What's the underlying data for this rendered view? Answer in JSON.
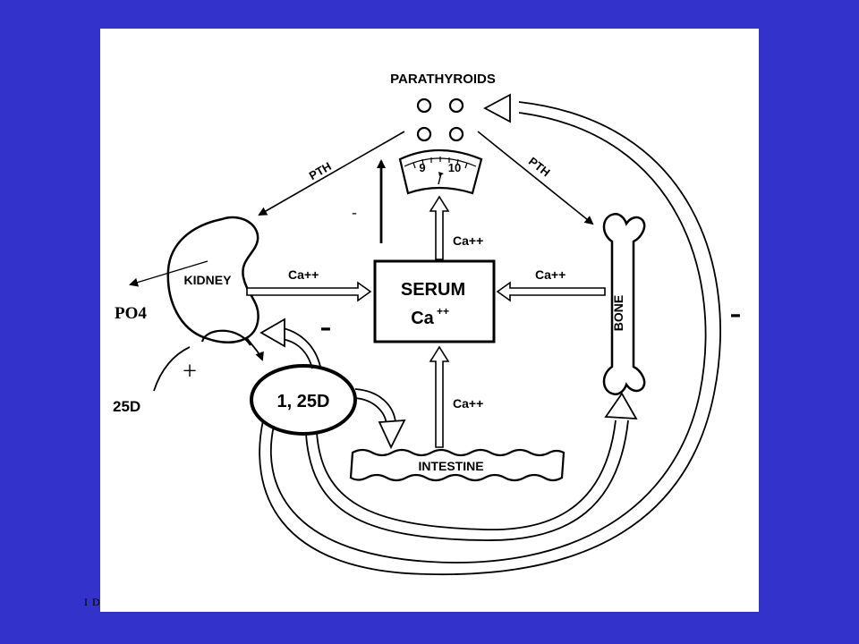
{
  "slide": {
    "footer": "I D"
  },
  "diagram": {
    "parathyroids": "PARATHYROIDS",
    "gauge": {
      "low": "9",
      "high": "10"
    },
    "pth_left": "PTH",
    "pth_right": "PTH",
    "kidney": "KIDNEY",
    "serum": {
      "line1": "SERUM",
      "line2": "Ca"
    },
    "bone": "BONE",
    "intestine": "INTESTINE",
    "vitd_active": "1, 25D",
    "vitd_precursor": "25D",
    "ca_kidney": "Ca++",
    "ca_bone": "Ca++",
    "ca_up": "Ca++",
    "ca_intestine": "Ca++",
    "superscript": "++",
    "po4": "PO4",
    "sign_minus_small": "-",
    "sign_minus_kidney": "-",
    "sign_minus_bone": "-",
    "sign_plus": "+"
  }
}
